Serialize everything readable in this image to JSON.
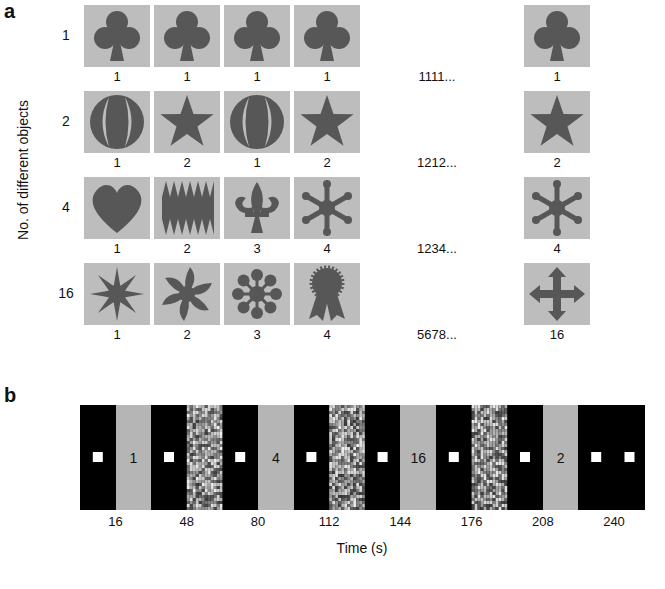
{
  "diagram": {
    "nodes": [
      {
        "text": [
          "1"
        ]
      },
      {
        "text": [
          "4"
        ]
      },
      {
        "text": [
          "16"
        ]
      },
      {
        "text": [
          "2"
        ]
      }
    ],
    "labels": [
      "a",
      "No. of different objects",
      "1",
      "1",
      "1",
      "1",
      "1",
      "1111...",
      "1",
      "2",
      "1",
      "2",
      "1",
      "2",
      "1212...",
      "2",
      "4",
      "1",
      "2",
      "3",
      "4",
      "1234...",
      "4",
      "16",
      "1",
      "2",
      "3",
      "4",
      "5678...",
      "16",
      "b",
      "16",
      "48",
      "80",
      "112",
      "144",
      "176",
      "208",
      "240",
      "Time (s)"
    ]
  }
}
